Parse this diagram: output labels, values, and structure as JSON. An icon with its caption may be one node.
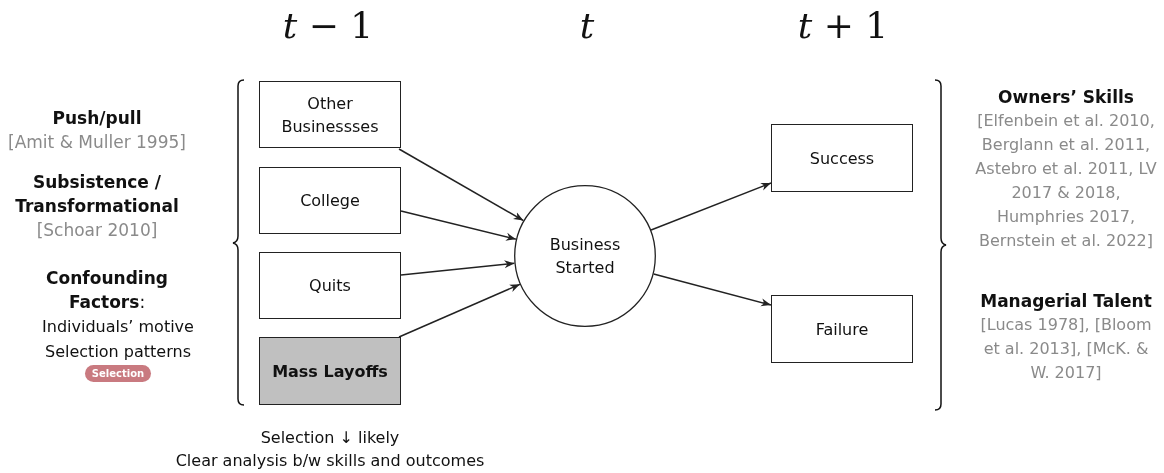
{
  "diagram": {
    "nodes": [
      {
        "text": [
          "Other Businessses"
        ]
      },
      {
        "text": [
          "College"
        ]
      },
      {
        "text": [
          "Quits"
        ]
      },
      {
        "text": [
          "Mass Layoffs"
        ]
      },
      {
        "text": [
          "Business Started"
        ]
      },
      {
        "text": [
          "Success"
        ]
      },
      {
        "text": [
          "Failure"
        ]
      },
      {
        "text": [
          "Selection"
        ]
      }
    ],
    "edges": [
      {
        "from": 0,
        "to": 4,
        "arrow": "to"
      },
      {
        "from": 1,
        "to": 4,
        "arrow": "to"
      },
      {
        "from": 2,
        "to": 4,
        "arrow": "to"
      },
      {
        "from": 3,
        "to": 4,
        "arrow": "to"
      },
      {
        "from": 4,
        "to": 5,
        "arrow": "to"
      },
      {
        "from": 4,
        "to": 6,
        "arrow": "to"
      }
    ],
    "labels": [
      "*t* − 1",
      "t",
      "*t* + 1",
      "Push/pull",
      "[Amit & Muller 1995]",
      "Subsistence / Transformational",
      "[Schoar 2010]",
      "**Confounding Factors**:",
      "Individuals’ motive",
      "Selection patterns",
      "Owners’ Skills",
      "[Elfenbein et al. 2010, Berglann et al. 2011, Astebro et al. 2011, LV 2017 & 2018, Humphries 2017, Bernstein et al. 2022]",
      "Managerial Talent",
      "[Lucas 1978], [Bloom et al. 2013], [McK. & W. 2017]",
      "Selection ↓ likely",
      "Clear analysis b/w skills and outcomes"
    ]
  }
}
